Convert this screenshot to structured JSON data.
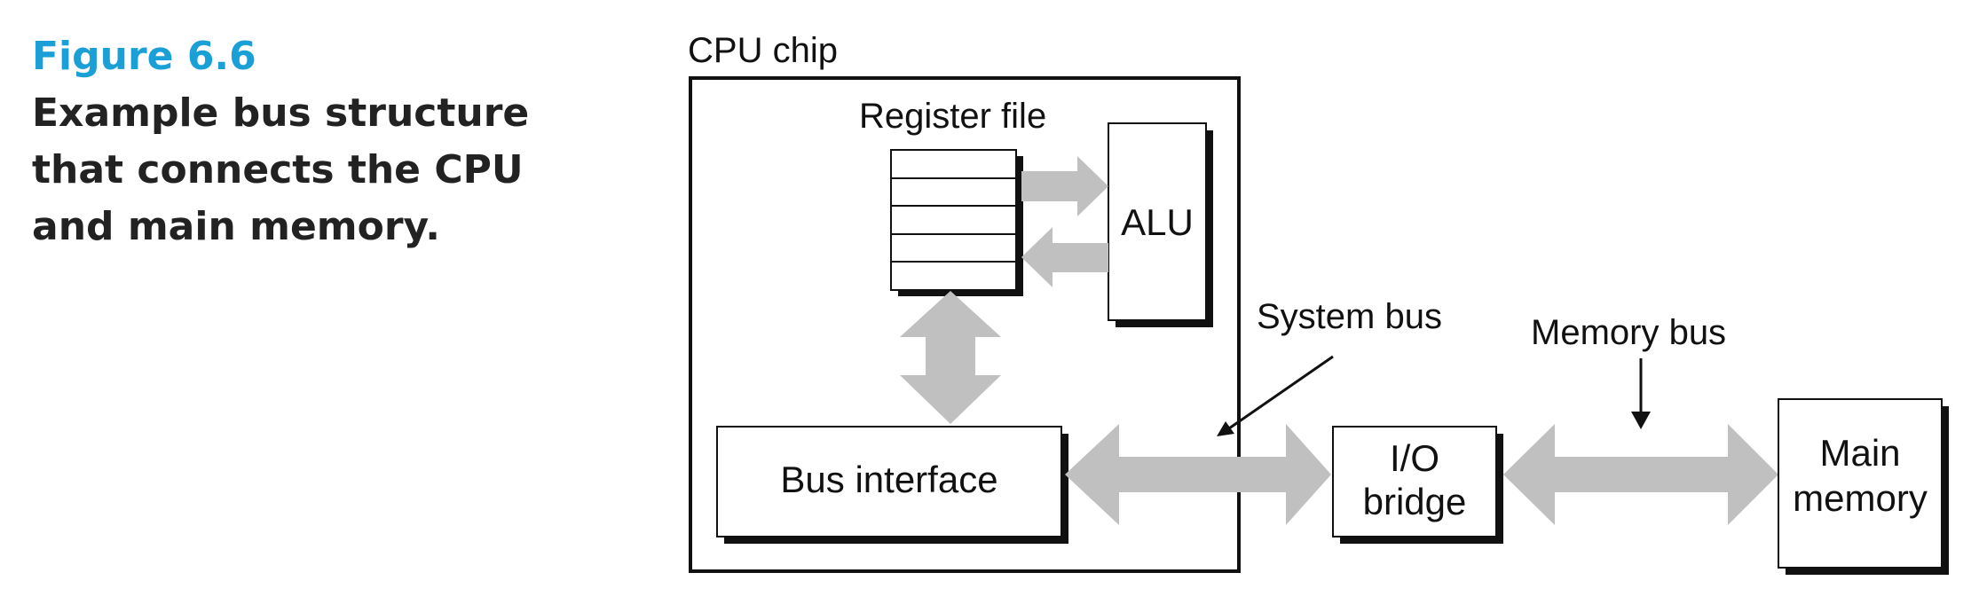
{
  "figure": {
    "label": "Figure 6.6",
    "title_lines": [
      "Example bus structure",
      "that connects the CPU",
      "and main memory."
    ]
  },
  "diagram": {
    "cpu_chip_label": "CPU chip",
    "register_file_label": "Register file",
    "alu_label": "ALU",
    "bus_interface_label": "Bus interface",
    "system_bus_label": "System bus",
    "memory_bus_label": "Memory bus",
    "io_bridge_label": [
      "I/O",
      "bridge"
    ],
    "main_memory_label": [
      "Main",
      "memory"
    ],
    "colors": {
      "arrow_fill": "#c0c0c0",
      "box_stroke": "#111111",
      "accent": "#1a9fd6"
    }
  }
}
